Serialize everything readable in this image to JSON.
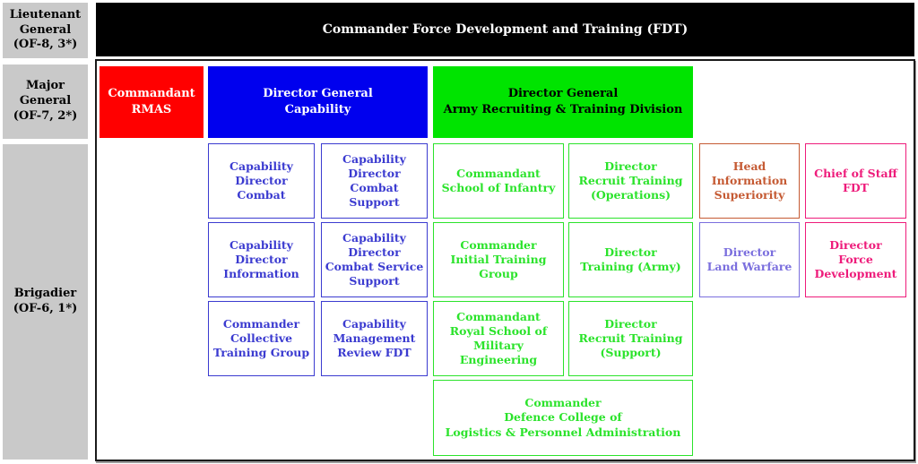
{
  "header": {
    "title": "Commander Force Development and Training (FDT)",
    "bg": "#000000",
    "fg": "#FFFFFF"
  },
  "rank_column": {
    "bg": "#C9C9C9",
    "fg": "#000000",
    "items": [
      {
        "id": "lieutenant-general",
        "label": "Lieutenant\nGeneral\n(OF-8, 3*)"
      },
      {
        "id": "major-general",
        "label": "Major\nGeneral\n(OF-7, 2*)"
      },
      {
        "id": "brigadier",
        "label": "Brigadier\n(OF-6, 1*)"
      }
    ]
  },
  "panel": {
    "border_color": "#1a1a1a"
  },
  "org": {
    "division_heads": [
      {
        "id": "commandant-rmas",
        "label": "Commandant\nRMAS",
        "bg": "#FF0000",
        "fg": "#FFFFFF"
      },
      {
        "id": "director-general-capability",
        "label": "Director General\nCapability",
        "bg": "#0000EE",
        "fg": "#FFFFFF"
      },
      {
        "id": "director-general-army-recruiting-training",
        "label": "Director General\nArmy Recruiting & Training Division",
        "bg": "#00E400",
        "fg": "#000000"
      }
    ],
    "outline_boxes": [
      {
        "id": "capability-director-combat",
        "label": "Capability\nDirector\nCombat",
        "color": "#3B3BD0"
      },
      {
        "id": "capability-director-combat-support",
        "label": "Capability\nDirector\nCombat\nSupport",
        "color": "#3B3BD0"
      },
      {
        "id": "capability-director-information",
        "label": "Capability\nDirector\nInformation",
        "color": "#3B3BD0"
      },
      {
        "id": "capability-director-combat-service-support",
        "label": "Capability\nDirector\nCombat Service\nSupport",
        "color": "#3B3BD0"
      },
      {
        "id": "commander-collective-training-group",
        "label": "Commander\nCollective\nTraining Group",
        "color": "#3B3BD0"
      },
      {
        "id": "capability-management-review-fdt",
        "label": "Capability\nManagement\nReview FDT",
        "color": "#3B3BD0"
      },
      {
        "id": "commandant-school-of-infantry",
        "label": "Commandant\nSchool of Infantry",
        "color": "#2BE32B"
      },
      {
        "id": "director-recruit-training-operations",
        "label": "Director\nRecruit Training\n(Operations)",
        "color": "#2BE32B"
      },
      {
        "id": "commander-initial-training-group",
        "label": "Commander\nInitial Training\nGroup",
        "color": "#2BE32B"
      },
      {
        "id": "director-training-army",
        "label": "Director\nTraining (Army)",
        "color": "#2BE32B"
      },
      {
        "id": "commandant-royal-school-of-military-engineering",
        "label": "Commandant\nRoyal School of\nMilitary\nEngineering",
        "color": "#2BE32B"
      },
      {
        "id": "director-recruit-training-support",
        "label": "Director\nRecruit Training\n(Support)",
        "color": "#2BE32B"
      },
      {
        "id": "commander-defence-college-of-logistics-personnel-administration",
        "label": "Commander\nDefence College of\nLogistics & Personnel Administration",
        "color": "#2BE32B"
      },
      {
        "id": "head-information-superiority",
        "label": "Head\nInformation\nSuperiority",
        "color": "#C55A33"
      },
      {
        "id": "director-land-warfare",
        "label": "Director\nLand Warfare",
        "color": "#7B6FDE"
      },
      {
        "id": "chief-of-staff-fdt",
        "label": "Chief of Staff\nFDT",
        "color": "#EE1C7B"
      },
      {
        "id": "director-force-development",
        "label": "Director\nForce\nDevelopment",
        "color": "#EE1C7B"
      }
    ]
  }
}
